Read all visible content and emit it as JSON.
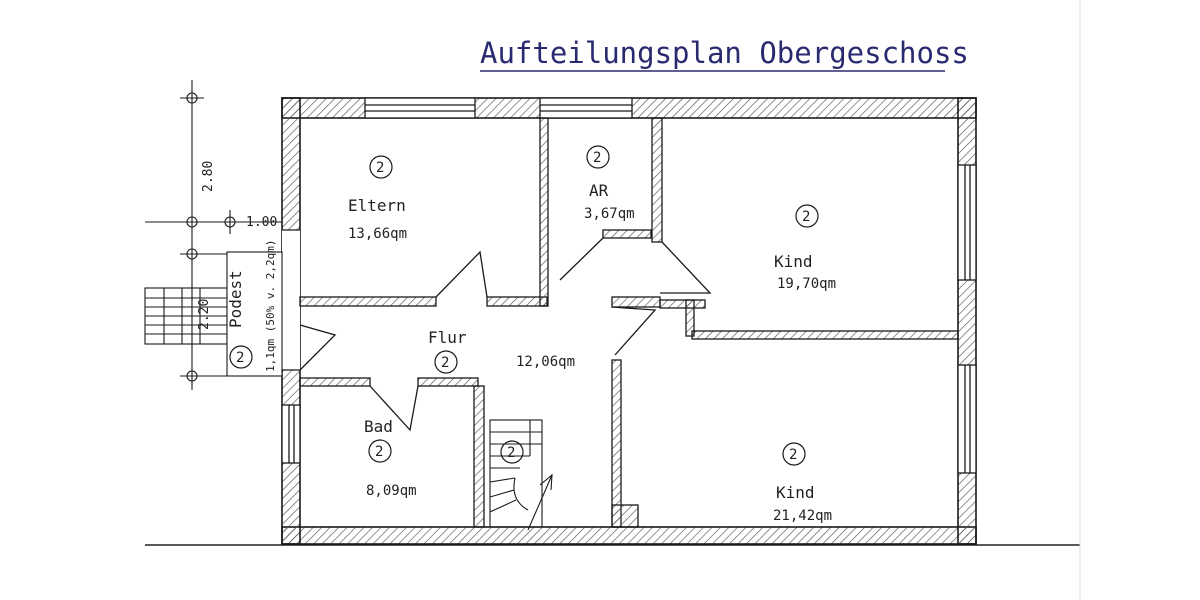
{
  "title": "Aufteilungsplan Obergeschoss",
  "rooms": {
    "eltern": {
      "name": "Eltern",
      "area": "13,66qm",
      "unit": "2"
    },
    "ar": {
      "name": "AR",
      "area": "3,67qm",
      "unit": "2"
    },
    "kind1": {
      "name": "Kind",
      "area": "19,70qm",
      "unit": "2"
    },
    "flur": {
      "name": "Flur",
      "area": "12,06qm",
      "unit": "2"
    },
    "bad": {
      "name": "Bad",
      "area": "8,09qm",
      "unit": "2"
    },
    "kind2": {
      "name": "Kind",
      "area": "21,42qm",
      "unit": "2"
    },
    "stair": {
      "unit": "2"
    },
    "podest": {
      "name": "Podest",
      "area": "1,1qm (50% v. 2,2qm)",
      "unit": "2"
    }
  },
  "dimensions": {
    "d1": "2.80",
    "d2": "1.00",
    "d3": "2.20"
  },
  "colors": {
    "line": "#1a1a1a",
    "title": "#2a2a70",
    "hatch": "#555555"
  }
}
